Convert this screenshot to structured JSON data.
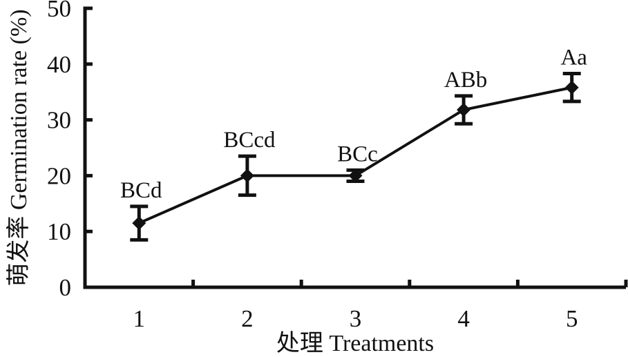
{
  "figure": {
    "background": "#ffffff"
  },
  "chart_data": {
    "type": "line",
    "title": "",
    "categories": [
      "1",
      "2",
      "3",
      "4",
      "5"
    ],
    "series": [
      {
        "name": "Germination rate",
        "values": [
          11.5,
          20,
          20,
          31.8,
          35.8
        ],
        "errors": [
          3,
          3.5,
          1,
          2.5,
          2.5
        ],
        "point_labels": [
          "BCd",
          "BCcd",
          "BCc",
          "ABb",
          "Aa"
        ],
        "color": "#111111",
        "marker": "diamond"
      }
    ],
    "xlabel": "处理 Treatments",
    "ylabel": "萌发率 Germination rate (%)",
    "ylim": [
      0,
      50
    ],
    "yticks": [
      0,
      10,
      20,
      30,
      40,
      50
    ],
    "grid": false,
    "legend_position": "none",
    "tick_direction": "in",
    "x_tick_placement": "between-categories",
    "axis_color": "#111111",
    "background": "#ffffff"
  }
}
